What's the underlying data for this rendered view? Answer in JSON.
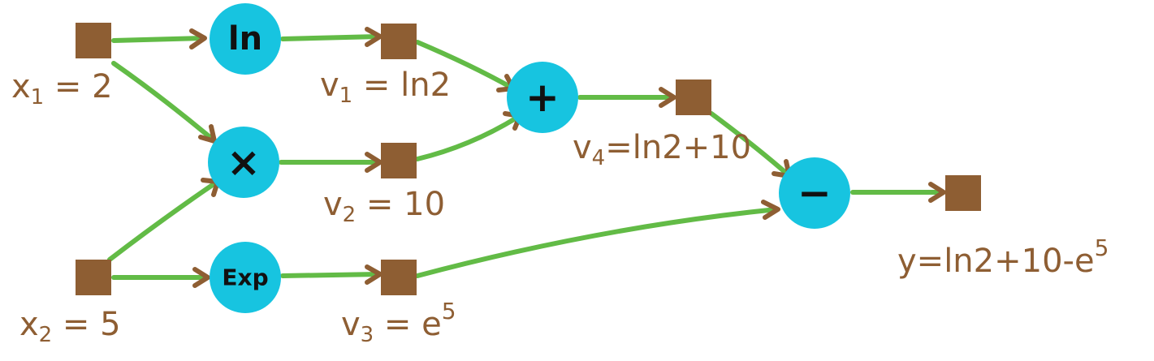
{
  "colors": {
    "variable": "#8E5E33",
    "operation": "#17C4E0",
    "edge": "#62BB46",
    "text": "#8E5E33"
  },
  "operations": {
    "ln": "ln",
    "mul": "×",
    "exp": "Exp",
    "add": "+",
    "sub": "−"
  },
  "labels": {
    "x1": {
      "base": "x",
      "sub": "1",
      "rest": " = 2"
    },
    "x2": {
      "base": "x",
      "sub": "2",
      "rest": " = 5"
    },
    "v1": {
      "base": "v",
      "sub": "1",
      "rest": " = ln2"
    },
    "v2": {
      "base": "v",
      "sub": "2",
      "rest": " = 10"
    },
    "v3": {
      "base": "v",
      "sub": "3",
      "rest": " = e",
      "sup": "5"
    },
    "v4": {
      "base": "v",
      "sub": "4",
      "rest": "=ln2+10"
    },
    "y": {
      "rest": "y=ln2+10-e",
      "sup": "5"
    }
  }
}
